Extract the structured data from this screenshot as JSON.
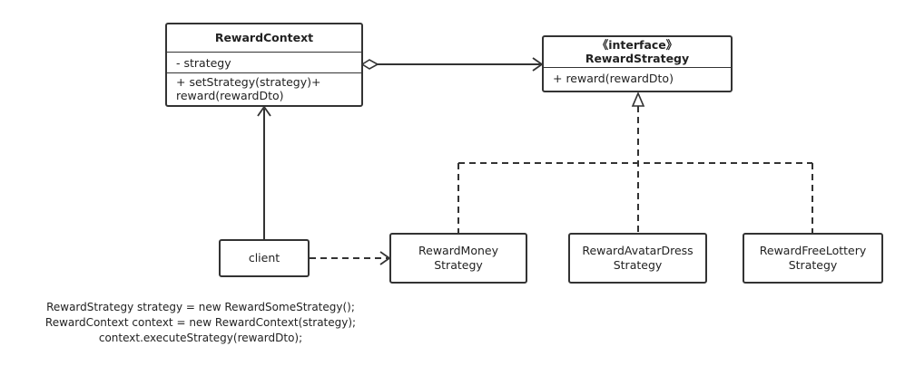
{
  "diagram": {
    "context": {
      "name": "RewardContext",
      "attribute": "- strategy",
      "method_line1": "+ setStrategy(strategy)+",
      "method_line2": "reward(rewardDto)"
    },
    "interface": {
      "stereotype": "《interface》",
      "name": "RewardStrategy",
      "method": "+ reward(rewardDto)"
    },
    "client": "client",
    "strategies": [
      {
        "line1": "RewardMoney",
        "line2": "Strategy"
      },
      {
        "line1": "RewardAvatarDress",
        "line2": "Strategy"
      },
      {
        "line1": "RewardFreeLottery",
        "line2": "Strategy"
      }
    ],
    "code_lines": [
      "RewardStrategy strategy = new RewardSomeStrategy();",
      "RewardContext context = new RewardContext(strategy);",
      "context.executeStrategy(rewardDto);"
    ]
  }
}
